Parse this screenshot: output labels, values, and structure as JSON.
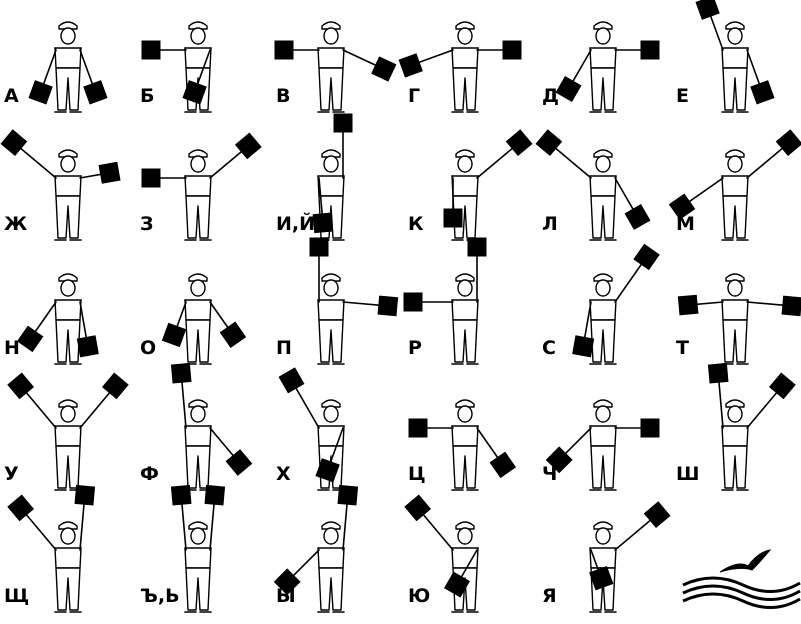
{
  "title": "",
  "signals": [
    {
      "letter": "А",
      "left": [
        250,
        45
      ],
      "right": [
        290,
        45
      ]
    },
    {
      "letter": "Б",
      "left": [
        180,
        35
      ],
      "right": [
        250,
        45
      ]
    },
    {
      "letter": "В",
      "left": [
        180,
        35
      ],
      "right": [
        335,
        45
      ]
    },
    {
      "letter": "Г",
      "left": [
        200,
        45
      ],
      "right": [
        0,
        35
      ]
    },
    {
      "letter": "Д",
      "left": [
        240,
        45
      ],
      "right": [
        0,
        35
      ]
    },
    {
      "letter": "Е",
      "left": [
        110,
        45
      ],
      "right": [
        290,
        45
      ]
    },
    {
      "letter": "Ж",
      "left": [
        140,
        55
      ],
      "right": [
        10,
        30
      ]
    },
    {
      "letter": "З",
      "left": [
        180,
        35
      ],
      "right": [
        40,
        50
      ]
    },
    {
      "letter": "И,Й",
      "left": [
        275,
        45
      ],
      "right": [
        90,
        55
      ]
    },
    {
      "letter": "К",
      "left": [
        270,
        40
      ],
      "right": [
        40,
        55
      ]
    },
    {
      "letter": "Л",
      "left": [
        140,
        55
      ],
      "right": [
        300,
        45
      ]
    },
    {
      "letter": "М",
      "left": [
        215,
        50
      ],
      "right": [
        40,
        55
      ]
    },
    {
      "letter": "Н",
      "left": [
        235,
        45
      ],
      "right": [
        280,
        45
      ]
    },
    {
      "letter": "О",
      "left": [
        250,
        35
      ],
      "right": [
        305,
        40
      ]
    },
    {
      "letter": "П",
      "left": [
        90,
        55
      ],
      "right": [
        355,
        45
      ]
    },
    {
      "letter": "Р",
      "left": [
        180,
        40
      ],
      "right": [
        90,
        55
      ]
    },
    {
      "letter": "С",
      "left": [
        260,
        45
      ],
      "right": [
        55,
        55
      ]
    },
    {
      "letter": "Т",
      "left": [
        185,
        35
      ],
      "right": [
        355,
        45
      ]
    },
    {
      "letter": "У",
      "left": [
        130,
        55
      ],
      "right": [
        50,
        55
      ]
    },
    {
      "letter": "Ф",
      "left": [
        95,
        55
      ],
      "right": [
        310,
        45
      ]
    },
    {
      "letter": "Х",
      "left": [
        120,
        55
      ],
      "right": [
        250,
        45
      ]
    },
    {
      "letter": "Ц",
      "left": [
        180,
        35
      ],
      "right": [
        305,
        45
      ]
    },
    {
      "letter": "Ч",
      "left": [
        225,
        45
      ],
      "right": [
        0,
        35
      ]
    },
    {
      "letter": "Ш",
      "left": [
        95,
        55
      ],
      "right": [
        50,
        55
      ]
    },
    {
      "letter": "Щ",
      "left": [
        130,
        55
      ],
      "right": [
        85,
        55
      ]
    },
    {
      "letter": "Ъ,Ь",
      "left": [
        95,
        55
      ],
      "right": [
        85,
        55
      ]
    },
    {
      "letter": "Ы",
      "left": [
        225,
        45
      ],
      "right": [
        85,
        55
      ]
    },
    {
      "letter": "Ю",
      "left": [
        130,
        55
      ],
      "right": [
        240,
        40
      ]
    },
    {
      "letter": "Я",
      "left": [
        290,
        30
      ],
      "right": [
        40,
        55
      ]
    }
  ],
  "icons": {
    "seagull": "seagull-icon",
    "waves": "waves-icon"
  }
}
